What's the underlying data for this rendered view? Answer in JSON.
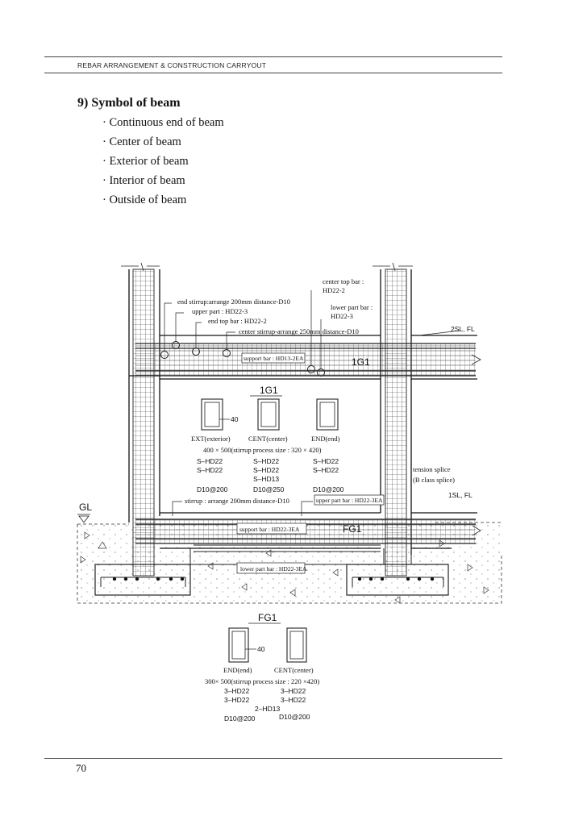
{
  "header": {
    "title": "REBAR ARRANGEMENT & CONSTRUCTION CARRYOUT"
  },
  "section": {
    "title": "9) Symbol of beam",
    "bullets": [
      "· Continuous end of beam",
      "· Center of beam",
      "· Exterior of beam",
      "· Interior of beam",
      "· Outside of beam"
    ]
  },
  "page_number": "70",
  "drawing": {
    "labels": {
      "center_top_bar": "center top bar :",
      "center_top_bar_val": "HD22-2",
      "end_stirrup": "end stirrup:arrange 200mm distance-D10",
      "upper_part": "upper part : HD22-3",
      "lower_part_bar": "lower part bar :",
      "lower_part_bar_val": "HD22-3",
      "end_top_bar": "end top bar : HD22-2",
      "center_stirrup": "center stirrup-arrange 250mm distance-D10",
      "support_bar_1g1": "support bar : HD13-2EA",
      "tag_1g1": "1G1",
      "sl2": "2SL, FL",
      "sl1": "1SL, FL",
      "gl": "GL",
      "tension_splice": "tension splice",
      "b_class_splice": "(B class splice)",
      "stirrup_fg1": "stirrup : arrange 200mm distance-D10",
      "upper_part_bar_fg1": "upper part bar : HD22-3EA",
      "support_bar_fg1": "support bar : HD22-3EA",
      "tag_fg1": "FG1",
      "lower_part_bar_fg1": "lower part bar : HD22-3EA"
    },
    "section_1g1": {
      "title": "1G1",
      "cover": "40",
      "names": [
        "EXT(exterior)",
        "CENT(center)",
        "END(end)"
      ],
      "size": "400 × 500(stirrup process size : 320 × 420)",
      "ext": [
        "S–HD22",
        "S–HD22",
        "D10@200"
      ],
      "cent": [
        "S–HD22",
        "S–HD22",
        "S–HD13",
        "D10@250"
      ],
      "end": [
        "S–HD22",
        "S–HD22",
        "D10@200"
      ]
    },
    "section_fg1": {
      "title": "FG1",
      "cover": "40",
      "names": [
        "END(end)",
        "CENT(center)"
      ],
      "size": "300× 500(stirrup process size : 220 ×420)",
      "end": [
        "3–HD22",
        "3–HD22",
        "D10@200"
      ],
      "mid": "2–HD13",
      "cent": [
        "3–HD22",
        "3–HD22",
        "D10@200"
      ]
    }
  }
}
